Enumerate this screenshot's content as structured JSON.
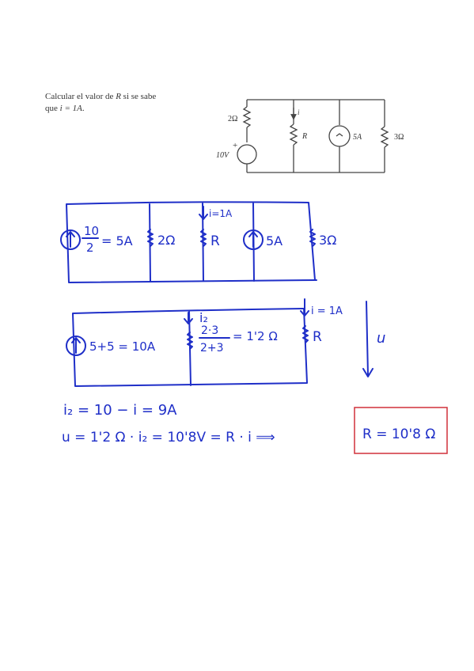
{
  "problem": {
    "line1_pre": "Calcular el valor de ",
    "line1_var": "R",
    "line1_post": " si se sabe",
    "line2_pre": "que ",
    "line2_cond": "i = 1A",
    "line2_post": "."
  },
  "original_circuit": {
    "resistor_series": "2Ω",
    "voltage_source": "10V",
    "plus_sign": "+",
    "current_label": "i",
    "resistor_R": "R",
    "current_source": "5A",
    "resistor_right": "3Ω"
  },
  "step1": {
    "frac_num": "10",
    "frac_den": "2",
    "frac_result": "= 5A",
    "resistor_2": "2Ω",
    "resistor_R": "R",
    "current_label": "i=1A",
    "source_5a": "5A",
    "resistor_3": "3Ω"
  },
  "step2": {
    "source_sum": "5+5 = 10A",
    "i2_label": "i₂",
    "parallel_num": "2·3",
    "parallel_den": "2+3",
    "parallel_result": "= 1'2 Ω",
    "current_label": "i = 1A",
    "resistor_R": "R",
    "voltage_label": "u"
  },
  "equations": {
    "line1": "i₂ =  10 − i  =  9A",
    "line2": "u  =  1'2 Ω · i₂ = 10'8V  =  R · i  ⟹",
    "answer": "R = 10'8 Ω",
    "answer_box_color": "#d0303a"
  },
  "colors": {
    "ink": "#1f2fc8",
    "print": "#333333"
  }
}
